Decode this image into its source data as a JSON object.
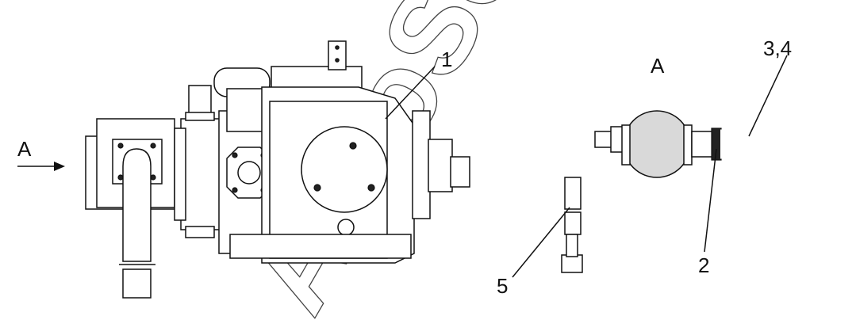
{
  "view_label_left": "A",
  "view_label_right": "A",
  "callouts": {
    "pump": "1",
    "clamp": "2",
    "hose": "3,4",
    "line": "5"
  },
  "watermark": "AutoSoft",
  "icons": {
    "arrow": "arrow-right-icon"
  }
}
